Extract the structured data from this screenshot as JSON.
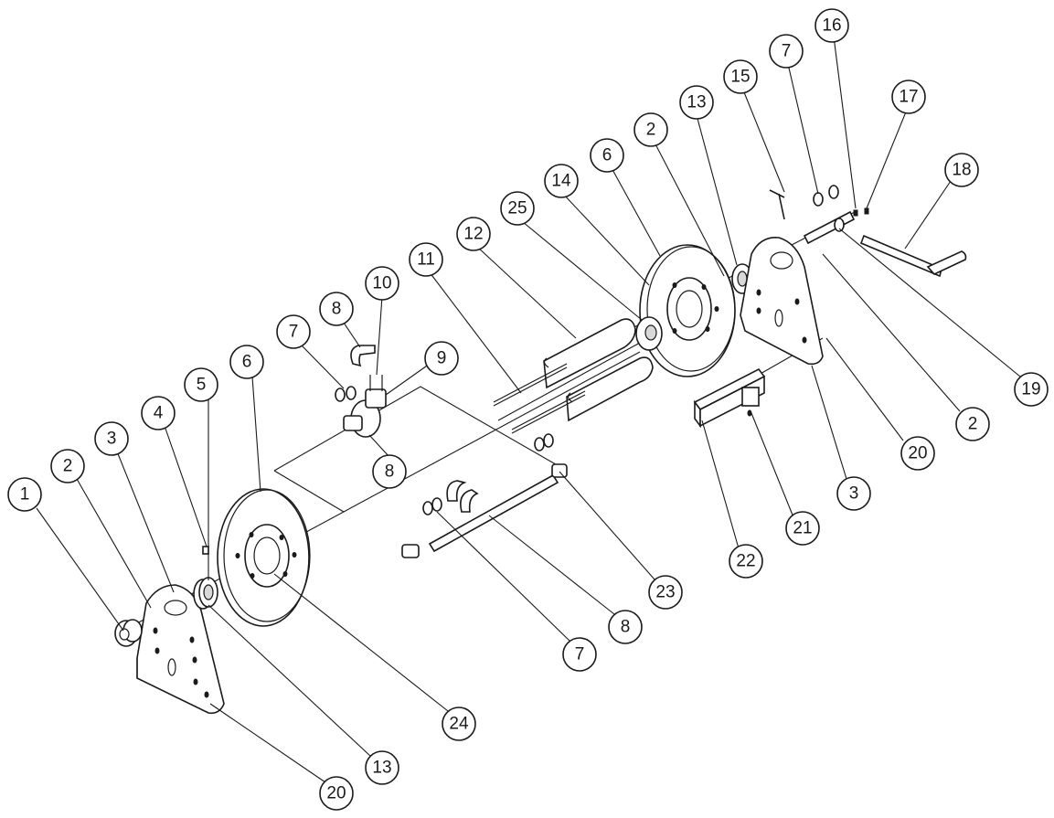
{
  "diagram": {
    "colors": {
      "line": "#1a1a1a",
      "background": "#ffffff",
      "shade": "#d8d8d8"
    },
    "callouts": [
      {
        "id": "c1",
        "label": "1"
      },
      {
        "id": "c2a",
        "label": "2"
      },
      {
        "id": "c3a",
        "label": "3"
      },
      {
        "id": "c4",
        "label": "4"
      },
      {
        "id": "c5",
        "label": "5"
      },
      {
        "id": "c6a",
        "label": "6"
      },
      {
        "id": "c7a",
        "label": "7"
      },
      {
        "id": "c8a",
        "label": "8"
      },
      {
        "id": "c10",
        "label": "10"
      },
      {
        "id": "c9",
        "label": "9"
      },
      {
        "id": "c8b",
        "label": "8"
      },
      {
        "id": "c11",
        "label": "11"
      },
      {
        "id": "c12",
        "label": "12"
      },
      {
        "id": "c25",
        "label": "25"
      },
      {
        "id": "c14",
        "label": "14"
      },
      {
        "id": "c6b",
        "label": "6"
      },
      {
        "id": "c2b",
        "label": "2"
      },
      {
        "id": "c13a",
        "label": "13"
      },
      {
        "id": "c15",
        "label": "15"
      },
      {
        "id": "c7b",
        "label": "7"
      },
      {
        "id": "c16",
        "label": "16"
      },
      {
        "id": "c17",
        "label": "17"
      },
      {
        "id": "c18",
        "label": "18"
      },
      {
        "id": "c19",
        "label": "19"
      },
      {
        "id": "c2c",
        "label": "2"
      },
      {
        "id": "c20a",
        "label": "20"
      },
      {
        "id": "c3b",
        "label": "3"
      },
      {
        "id": "c21",
        "label": "21"
      },
      {
        "id": "c22",
        "label": "22"
      },
      {
        "id": "c23",
        "label": "23"
      },
      {
        "id": "c8c",
        "label": "8"
      },
      {
        "id": "c7c",
        "label": "7"
      },
      {
        "id": "c24",
        "label": "24"
      },
      {
        "id": "c13b",
        "label": "13"
      },
      {
        "id": "c20b",
        "label": "20"
      }
    ]
  }
}
